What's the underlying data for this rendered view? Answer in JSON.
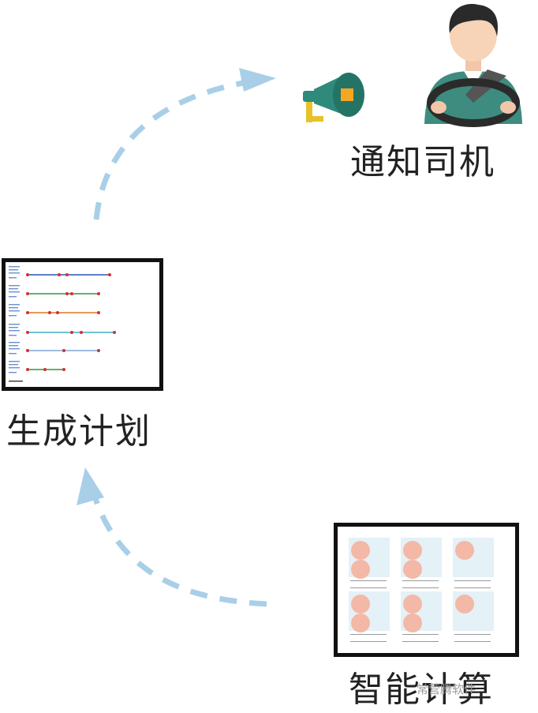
{
  "labels": {
    "notify_driver": "通知司机",
    "generate_plan": "生成计划",
    "smart_compute": "智能计算"
  },
  "watermark": "常营腾软件",
  "colors": {
    "arrow": "#a9cfe8",
    "frame": "#111111",
    "node_red": "#d23030",
    "line_blue": "#2f55b5",
    "line_green": "#2f9a3a",
    "line_orange": "#d8781f",
    "line_cyan": "#3fb0c8",
    "bubble": "#f3b9a6",
    "card_bg": "#e4f1f7"
  },
  "icons": [
    "megaphone-icon",
    "driver-icon",
    "arrow-up-right-icon",
    "arrow-up-icon"
  ]
}
